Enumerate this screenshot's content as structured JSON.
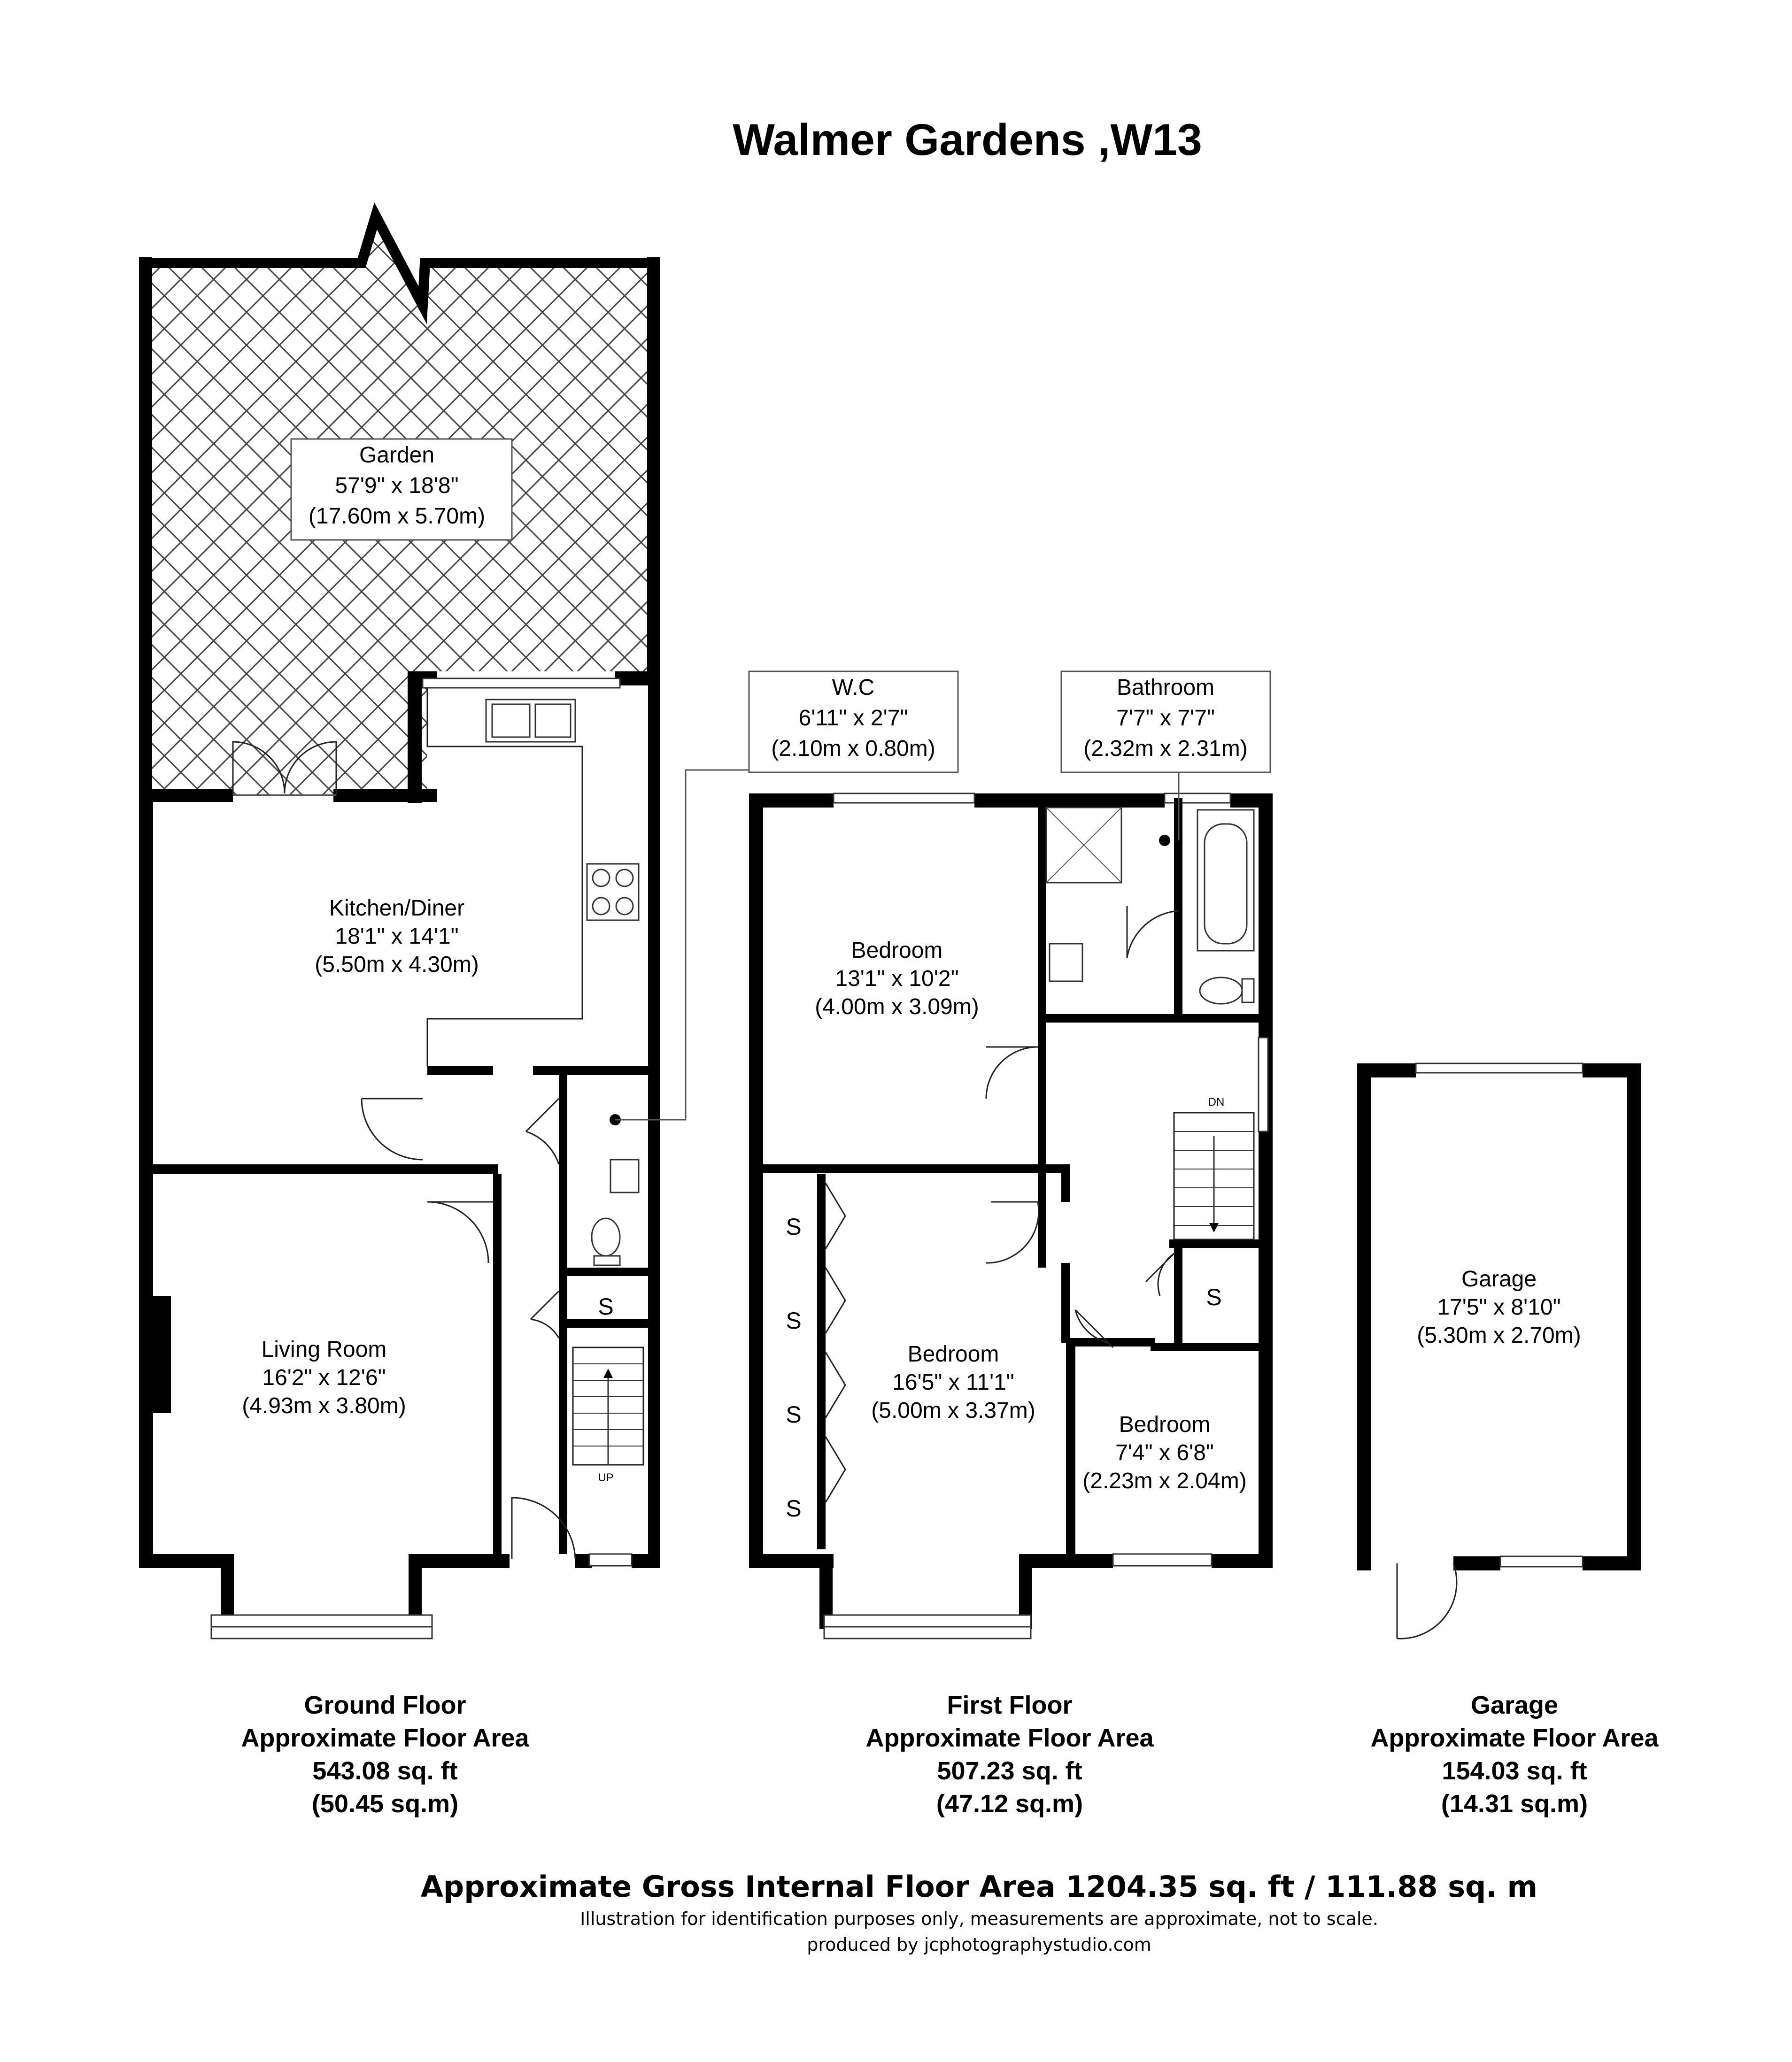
{
  "title": "Walmer Gardens ,W13",
  "rooms": {
    "garden": {
      "name": "Garden",
      "size_imperial": "57'9\" x 18'8\"",
      "size_metric": "(17.60m x 5.70m)"
    },
    "kitchen": {
      "name": "Kitchen/Diner",
      "size_imperial": "18'1\" x 14'1\"",
      "size_metric": "(5.50m x 4.30m)"
    },
    "living": {
      "name": "Living Room",
      "size_imperial": "16'2\" x 12'6\"",
      "size_metric": "(4.93m x 3.80m)"
    },
    "wc": {
      "name": "W.C",
      "size_imperial": "6'11\" x 2'7\"",
      "size_metric": "(2.10m x 0.80m)"
    },
    "bathroom": {
      "name": "Bathroom",
      "size_imperial": "7'7\" x 7'7\"",
      "size_metric": "(2.32m x 2.31m)"
    },
    "bedroom1": {
      "name": "Bedroom",
      "size_imperial": "13'1\" x 10'2\"",
      "size_metric": "(4.00m x 3.09m)"
    },
    "bedroom2": {
      "name": "Bedroom",
      "size_imperial": "16'5\" x 11'1\"",
      "size_metric": "(5.00m x 3.37m)"
    },
    "bedroom3": {
      "name": "Bedroom",
      "size_imperial": "7'4\" x 6'8\"",
      "size_metric": "(2.23m x 2.04m)"
    },
    "garage": {
      "name": "Garage",
      "size_imperial": "17'5\" x 8'10\"",
      "size_metric": "(5.30m x 2.70m)"
    }
  },
  "markers": {
    "storage": "S",
    "stairs_up": "UP",
    "stairs_down": "DN"
  },
  "floors": {
    "ground": {
      "name": "Ground Floor",
      "area_label": "Approximate Floor Area",
      "sqft": "543.08 sq. ft",
      "sqm": "(50.45 sq.m)"
    },
    "first": {
      "name": "First Floor",
      "area_label": "Approximate Floor Area",
      "sqft": "507.23 sq. ft",
      "sqm": "(47.12 sq.m)"
    },
    "garage": {
      "name": "Garage",
      "area_label": "Approximate Floor Area",
      "sqft": "154.03 sq. ft",
      "sqm": "(14.31 sq.m)"
    }
  },
  "footer": {
    "gross": "Approximate Gross Internal Floor Area 1204.35 sq. ft / 111.88 sq. m",
    "disclaimer": "Illustration for identification purposes only, measurements are approximate, not to scale.",
    "credit": "produced by jcphotographystudio.com"
  }
}
